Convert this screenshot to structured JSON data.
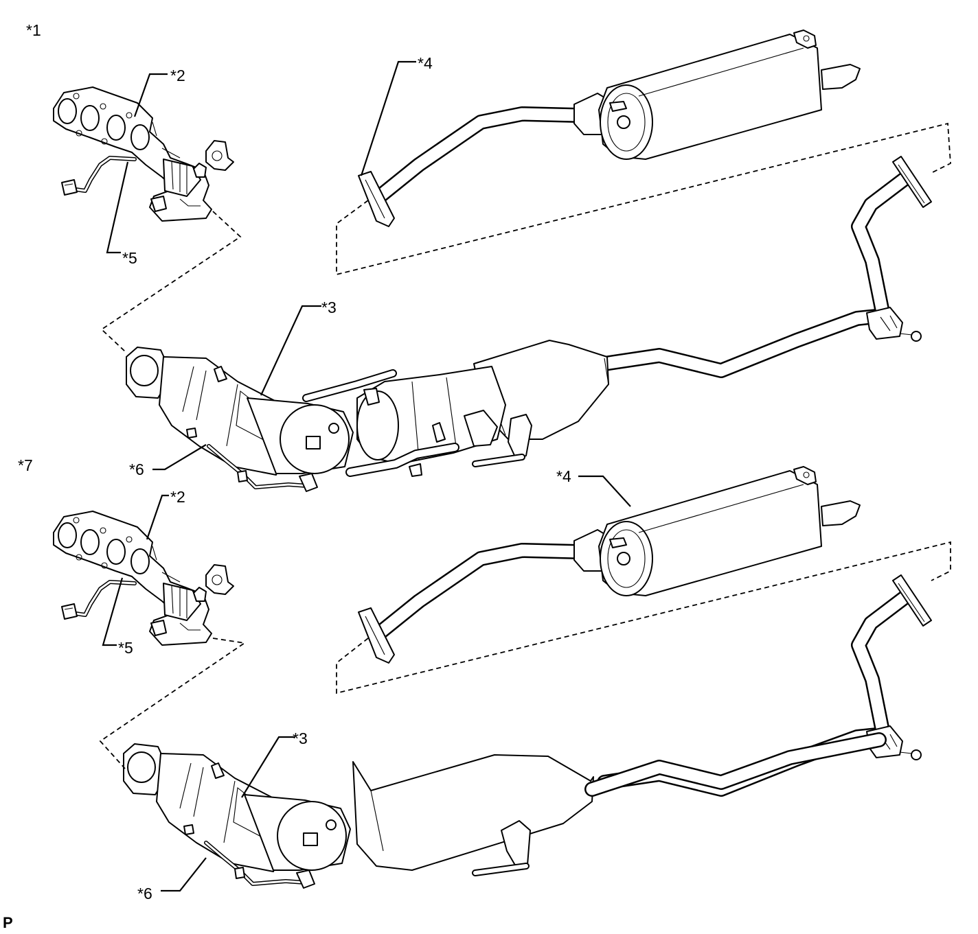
{
  "labels": {
    "set_a": "*1",
    "set_b": "*7",
    "manifold": "*2",
    "front_pipe": "*3",
    "tail_pipe": "*4",
    "air_fuel_sensor": "*5",
    "oxygen_sensor": "*6"
  },
  "figure_code": "P"
}
